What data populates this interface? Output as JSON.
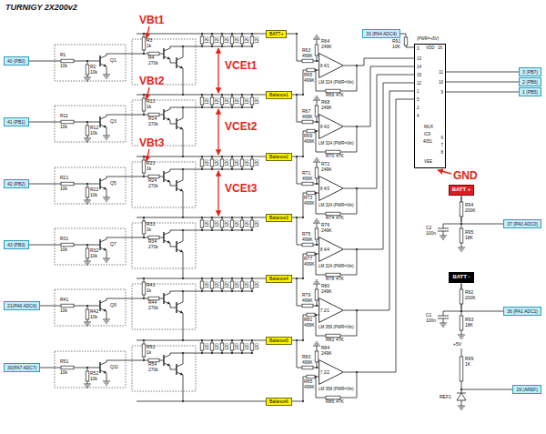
{
  "diagram": {
    "title": "TURNIGY 2X200v2",
    "nodes": [
      {
        "text": [
          "40 (PB0)"
        ]
      },
      {
        "text": [
          "41 (PB1)"
        ]
      },
      {
        "text": [
          "42 (PB2)"
        ]
      },
      {
        "text": [
          "43 (PB3)"
        ]
      },
      {
        "text": [
          "21(PA6 ADC6)"
        ]
      },
      {
        "text": [
          "30(PA7 ADC7)"
        ]
      },
      {
        "text": [
          "BATT+"
        ]
      },
      {
        "text": [
          "Balance1"
        ]
      },
      {
        "text": [
          "Balance2"
        ]
      },
      {
        "text": [
          "Balance3"
        ]
      },
      {
        "text": [
          "Balance4"
        ]
      },
      {
        "text": [
          "Balance5"
        ]
      },
      {
        "text": [
          "Balance6"
        ]
      },
      {
        "text": [
          "8 4/1",
          "LM 324 (PWR=Vin)"
        ]
      },
      {
        "text": [
          "8 4/2",
          "LM 324 (PWR=Vin)"
        ]
      },
      {
        "text": [
          "8 4/3",
          "LM 324 (PWR=Vin)"
        ]
      },
      {
        "text": [
          "8 4/4",
          "LM 324 (PWR=Vin)"
        ]
      },
      {
        "text": [
          "7 2/1",
          "LM 358 (PWR=Vin)"
        ]
      },
      {
        "text": [
          "7 2/2",
          "LM 358 (PWR=Vin)"
        ]
      },
      {
        "text": [
          "33 (PA4 ADC4)"
        ]
      },
      {
        "text": [
          "(PWR=+5V)",
          "VDD",
          "16",
          "3",
          "13",
          "14",
          "15",
          "12",
          "1",
          "5",
          "2",
          "4",
          "11",
          "10",
          "9",
          "6",
          "7",
          "8",
          "MUX",
          "IC9",
          "4051",
          "VEE"
        ]
      },
      {
        "text": [
          "3 (PB7)"
        ]
      },
      {
        "text": [
          "2 (PB6)"
        ]
      },
      {
        "text": [
          "1 (PB5)"
        ]
      },
      {
        "text": [
          "BATT +"
        ]
      },
      {
        "text": [
          "37 (PA0 ADC0)"
        ]
      },
      {
        "text": [
          "BATT -"
        ]
      },
      {
        "text": [
          "36 (PA1 ADC1)"
        ]
      },
      {
        "text": [
          "29 (AREF)"
        ]
      }
    ],
    "edges": [
      {
        "from": 13,
        "to": 20,
        "arrow": "none"
      },
      {
        "from": 14,
        "to": 20,
        "arrow": "none"
      },
      {
        "from": 15,
        "to": 20,
        "arrow": "none"
      },
      {
        "from": 16,
        "to": 20,
        "arrow": "none"
      },
      {
        "from": 17,
        "to": 20,
        "arrow": "none"
      },
      {
        "from": 18,
        "to": 20,
        "arrow": "none"
      },
      {
        "from": 20,
        "to": 19,
        "arrow": "none"
      },
      {
        "from": 20,
        "to": 21,
        "arrow": "none"
      },
      {
        "from": 20,
        "to": 22,
        "arrow": "none"
      },
      {
        "from": 20,
        "to": 23,
        "arrow": "none"
      },
      {
        "from": 24,
        "to": 25,
        "arrow": "none"
      },
      {
        "from": 26,
        "to": 27,
        "arrow": "none"
      }
    ],
    "labels": [
      "VBt1",
      "VBt2",
      "VBt3",
      "VCEt1",
      "VCEt2",
      "VCEt3",
      "GND",
      "R1",
      "10k",
      "R2",
      "10k",
      "Q1",
      "R3",
      "1k",
      "R4",
      "270k",
      "120",
      "120",
      "120",
      "120",
      "120",
      "120",
      "R11",
      "10k",
      "R12",
      "10k",
      "Q3",
      "R13",
      "1k",
      "R14",
      "270k",
      "120",
      "120",
      "120",
      "120",
      "120",
      "120",
      "R21",
      "10k",
      "R22",
      "10k",
      "Q5",
      "R23",
      "1k",
      "R24",
      "270k",
      "120",
      "120",
      "120",
      "120",
      "120",
      "120",
      "R31",
      "10k",
      "R32",
      "10k",
      "Q7",
      "R33",
      "1k",
      "R34",
      "270k",
      "120",
      "120",
      "120",
      "120",
      "120",
      "120",
      "R41",
      "10k",
      "R42",
      "10k",
      "Q9",
      "R43",
      "1k",
      "R44",
      "270k",
      "120",
      "120",
      "120",
      "120",
      "120",
      "120",
      "R51",
      "10k",
      "R52",
      "10k",
      "Q11",
      "R53",
      "1k",
      "R54",
      "270k",
      "120",
      "120",
      "120",
      "120",
      "120",
      "120",
      "R63",
      "499K",
      "R64",
      "249K",
      "R65",
      "499K",
      "R66",
      "47K",
      "R67",
      "499K",
      "R68",
      "249K",
      "R69",
      "499K",
      "R70",
      "47K",
      "R71",
      "499K",
      "R72",
      "249K",
      "R73",
      "499K",
      "R74",
      "47K",
      "R75",
      "499K",
      "R76",
      "249K",
      "R77",
      "499K",
      "R78",
      "47K",
      "R79",
      "499K",
      "R80",
      "249K",
      "R81",
      "499K",
      "R82",
      "47K",
      "R83",
      "499K",
      "R84",
      "249K",
      "R85",
      "499K",
      "R86",
      "47K",
      "R91",
      "10K",
      "C2",
      "100n",
      "R94",
      "200K",
      "R95",
      "18K",
      "C1",
      "100n",
      "R92",
      "200K",
      "R93",
      "18K",
      "+5V",
      "R99",
      "1K",
      "REF1"
    ]
  }
}
